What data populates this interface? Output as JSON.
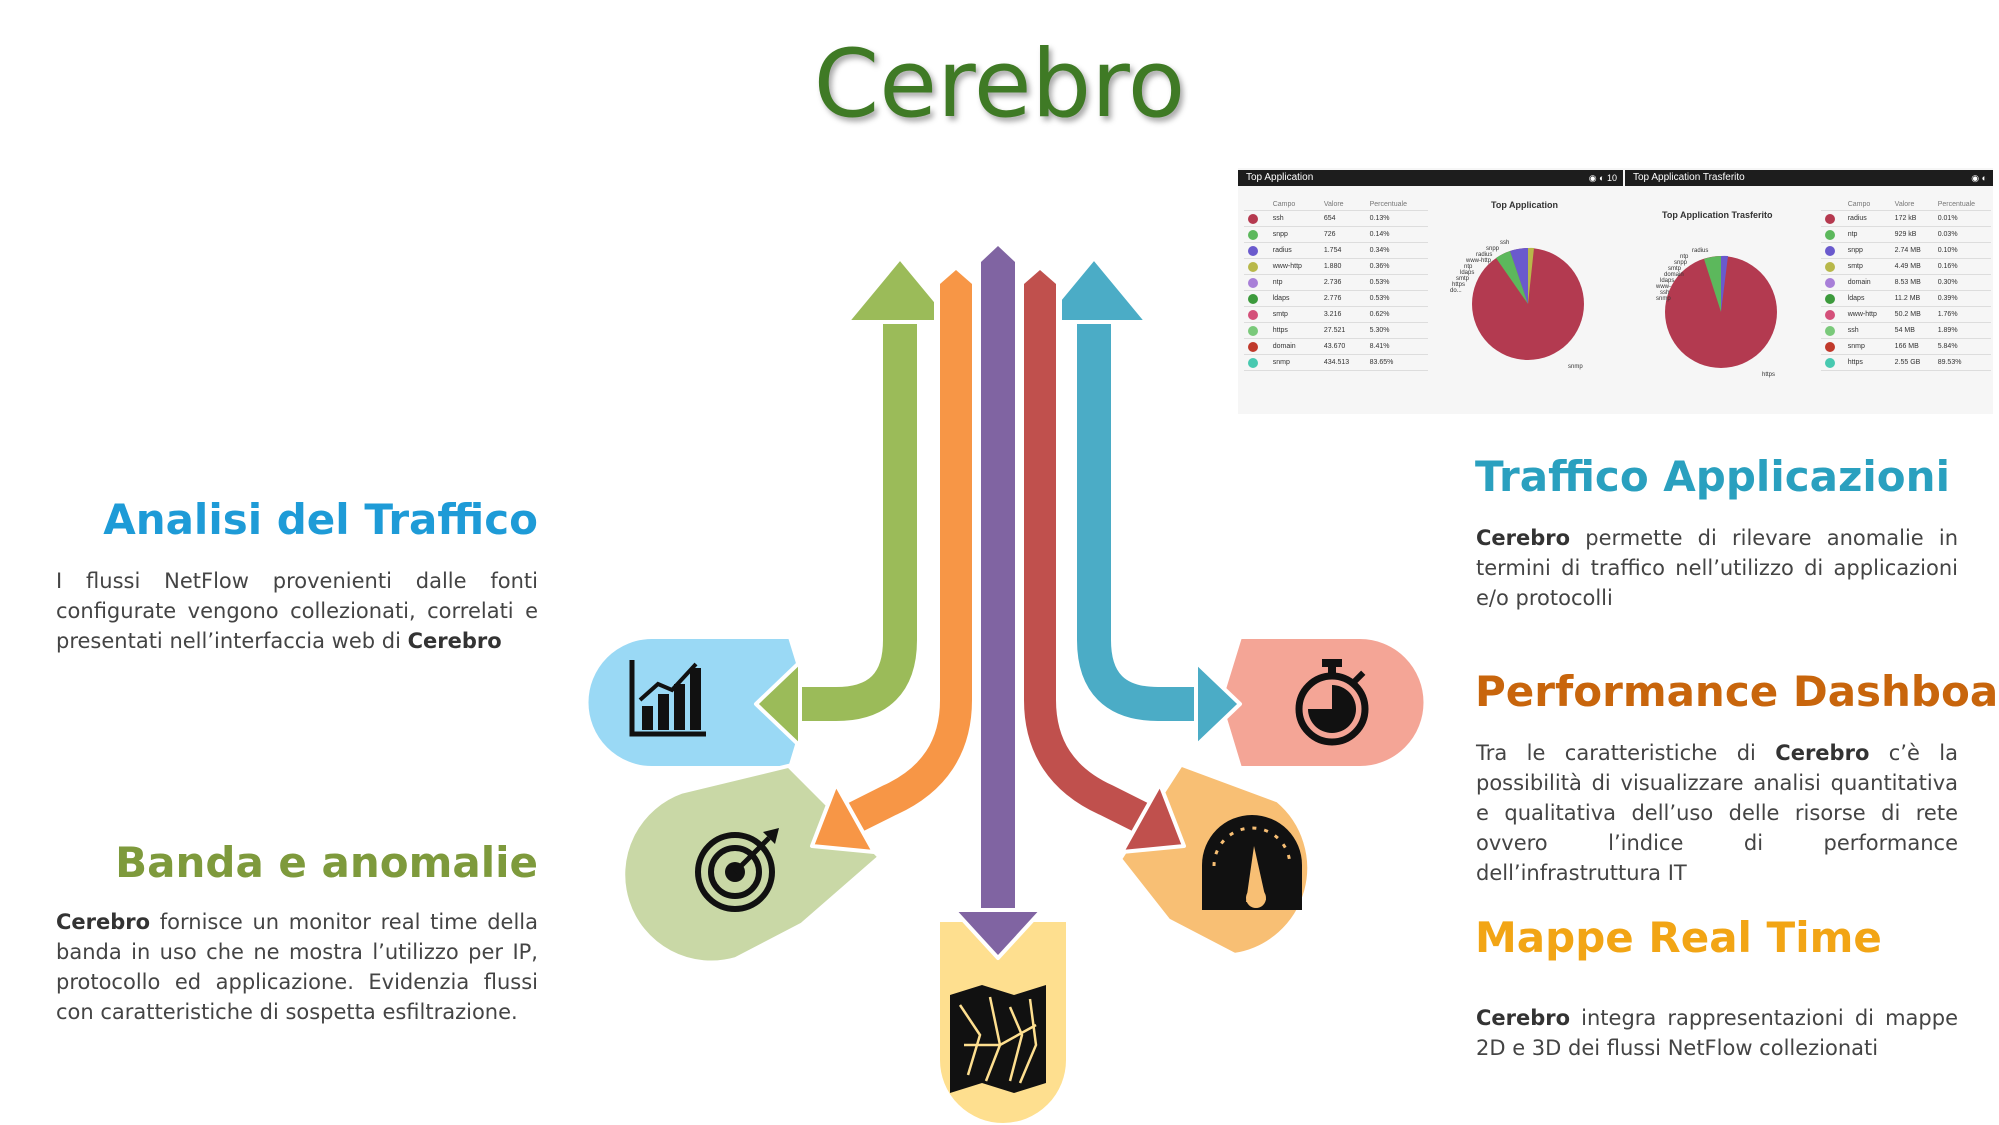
{
  "title": "Cerebro",
  "sections": {
    "analisi": {
      "heading": "Analisi del Traffico",
      "text": "I flussi NetFlow provenienti dalle fonti configurate vengono collezionati, correlati e presentati nell’interfaccia web di ",
      "bold": "Cerebro",
      "color": "#1e9bd7"
    },
    "banda": {
      "heading": "Banda e anomalie",
      "bold": "Cerebro",
      "text": " fornisce un monitor real time della banda in uso che ne mostra l’utilizzo per IP, protocollo ed applicazione. Evidenzia flussi con caratteristiche di sospetta esfiltrazione.",
      "color": "#7e9a3c"
    },
    "traffico": {
      "heading": "Traffico Applicazioni",
      "bold": "Cerebro",
      "text": " permette di rilevare anomalie in termini di traffico nell’utilizzo di applicazioni e/o protocolli",
      "color": "#2aa0bf"
    },
    "performance": {
      "heading": "Performance Dashboard",
      "text_before": "Tra le caratteristiche di ",
      "bold": "Cerebro",
      "text_after": " c’è la possibilità di visualizzare analisi quantitativa e qualitativa dell’uso delle risorse di rete ovvero l’indice di performance dell’infrastruttura IT",
      "color": "#c8650c"
    },
    "mappe": {
      "heading": "Mappe Real Time",
      "bold": "Cerebro",
      "text": " integra rappresentazioni di mappe 2D e 3D dei flussi NetFlow collezionati",
      "color": "#f2a515"
    }
  },
  "icons": [
    "bar-chart-icon",
    "target-icon",
    "map-icon",
    "gauge-icon",
    "stopwatch-icon"
  ],
  "arrow_colors": {
    "green": "#9bbb59",
    "orange": "#f79646",
    "purple": "#8064a2",
    "red": "#c0504d",
    "blue": "#4bacc6"
  },
  "bubble_colors": {
    "lightblue": "#9ad9f5",
    "lightgreen": "#c9d8a6",
    "yellow": "#fedf8f",
    "orange": "#f8bf74",
    "salmon": "#f4a596"
  },
  "screenshot": {
    "left_panel": {
      "title": "Top Application",
      "count": "10",
      "headers": [
        "Campo",
        "Valore",
        "Percentuale"
      ],
      "rows": [
        {
          "name": "ssh",
          "value": "654",
          "pct": "0.13%",
          "color": "#b5394f"
        },
        {
          "name": "snpp",
          "value": "726",
          "pct": "0.14%",
          "color": "#5cb85c"
        },
        {
          "name": "radius",
          "value": "1.754",
          "pct": "0.34%",
          "color": "#6a5acd"
        },
        {
          "name": "www-http",
          "value": "1.880",
          "pct": "0.36%",
          "color": "#b8b84a"
        },
        {
          "name": "ntp",
          "value": "2.736",
          "pct": "0.53%",
          "color": "#a87fd8"
        },
        {
          "name": "ldaps",
          "value": "2.776",
          "pct": "0.53%",
          "color": "#3c9a3c"
        },
        {
          "name": "smtp",
          "value": "3.216",
          "pct": "0.62%",
          "color": "#d4507a"
        },
        {
          "name": "https",
          "value": "27.521",
          "pct": "5.30%",
          "color": "#7ac97a"
        },
        {
          "name": "domain",
          "value": "43.670",
          "pct": "8.41%",
          "color": "#c0392b"
        },
        {
          "name": "snmp",
          "value": "434.513",
          "pct": "83.65%",
          "color": "#48c9b0"
        }
      ],
      "pie_title": "Top Application",
      "pie_labels": [
        "ssh",
        "snpp",
        "radius",
        "www-http",
        "ntp",
        "ldaps",
        "smtp",
        "https",
        "do..."
      ],
      "pie_main_label": "snmp"
    },
    "right_panel": {
      "title": "Top Application Trasferito",
      "headers": [
        "Campo",
        "Valore",
        "Percentuale"
      ],
      "rows": [
        {
          "name": "radius",
          "value": "172 kB",
          "pct": "0.01%",
          "color": "#b5394f"
        },
        {
          "name": "ntp",
          "value": "929 kB",
          "pct": "0.03%",
          "color": "#5cb85c"
        },
        {
          "name": "snpp",
          "value": "2.74 MB",
          "pct": "0.10%",
          "color": "#6a5acd"
        },
        {
          "name": "smtp",
          "value": "4.49 MB",
          "pct": "0.16%",
          "color": "#b8b84a"
        },
        {
          "name": "domain",
          "value": "8.53 MB",
          "pct": "0.30%",
          "color": "#a87fd8"
        },
        {
          "name": "ldaps",
          "value": "11.2 MB",
          "pct": "0.39%",
          "color": "#3c9a3c"
        },
        {
          "name": "www-http",
          "value": "50.2 MB",
          "pct": "1.76%",
          "color": "#d4507a"
        },
        {
          "name": "ssh",
          "value": "54 MB",
          "pct": "1.89%",
          "color": "#7ac97a"
        },
        {
          "name": "snmp",
          "value": "166 MB",
          "pct": "5.84%",
          "color": "#c0392b"
        },
        {
          "name": "https",
          "value": "2.55 GB",
          "pct": "89.53%",
          "color": "#48c9b0"
        }
      ],
      "pie_title": "Top Application Trasferito",
      "pie_labels": [
        "radius",
        "ntp",
        "snpp",
        "smtp",
        "domain",
        "ldaps",
        "www-",
        "ssh",
        "snmp"
      ],
      "pie_main_label": "https"
    }
  }
}
